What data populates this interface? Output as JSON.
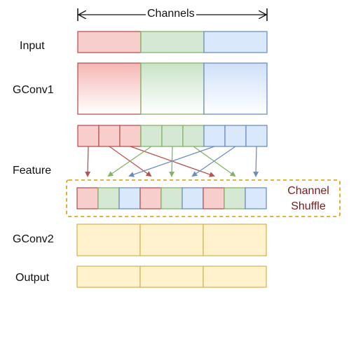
{
  "header": {
    "channels_label": "Channels"
  },
  "labels": {
    "input": "Input",
    "gconv1": "GConv1",
    "feature": "Feature",
    "gconv2": "GConv2",
    "output": "Output"
  },
  "shuffle": {
    "line1": "Channel",
    "line2": "Shuffle"
  },
  "colors": {
    "red_fill": "#f8cecc",
    "red_stroke": "#b85450",
    "green_fill": "#d5e8d4",
    "green_stroke": "#82b366",
    "blue_fill": "#dae8fc",
    "blue_stroke": "#6c8ebf",
    "yellow_fill": "#fff2cc",
    "yellow_stroke": "#d6b656",
    "shuffle_border": "#d79b00",
    "arrow_red": "#b85450",
    "arrow_green": "#82b366",
    "arrow_blue": "#6c8ebf"
  },
  "groups": [
    "red",
    "green",
    "blue"
  ],
  "feature_order": [
    "red",
    "red",
    "red",
    "green",
    "green",
    "green",
    "blue",
    "blue",
    "blue"
  ],
  "shuffled_order": [
    "red",
    "green",
    "blue",
    "red",
    "green",
    "blue",
    "red",
    "green",
    "blue"
  ]
}
